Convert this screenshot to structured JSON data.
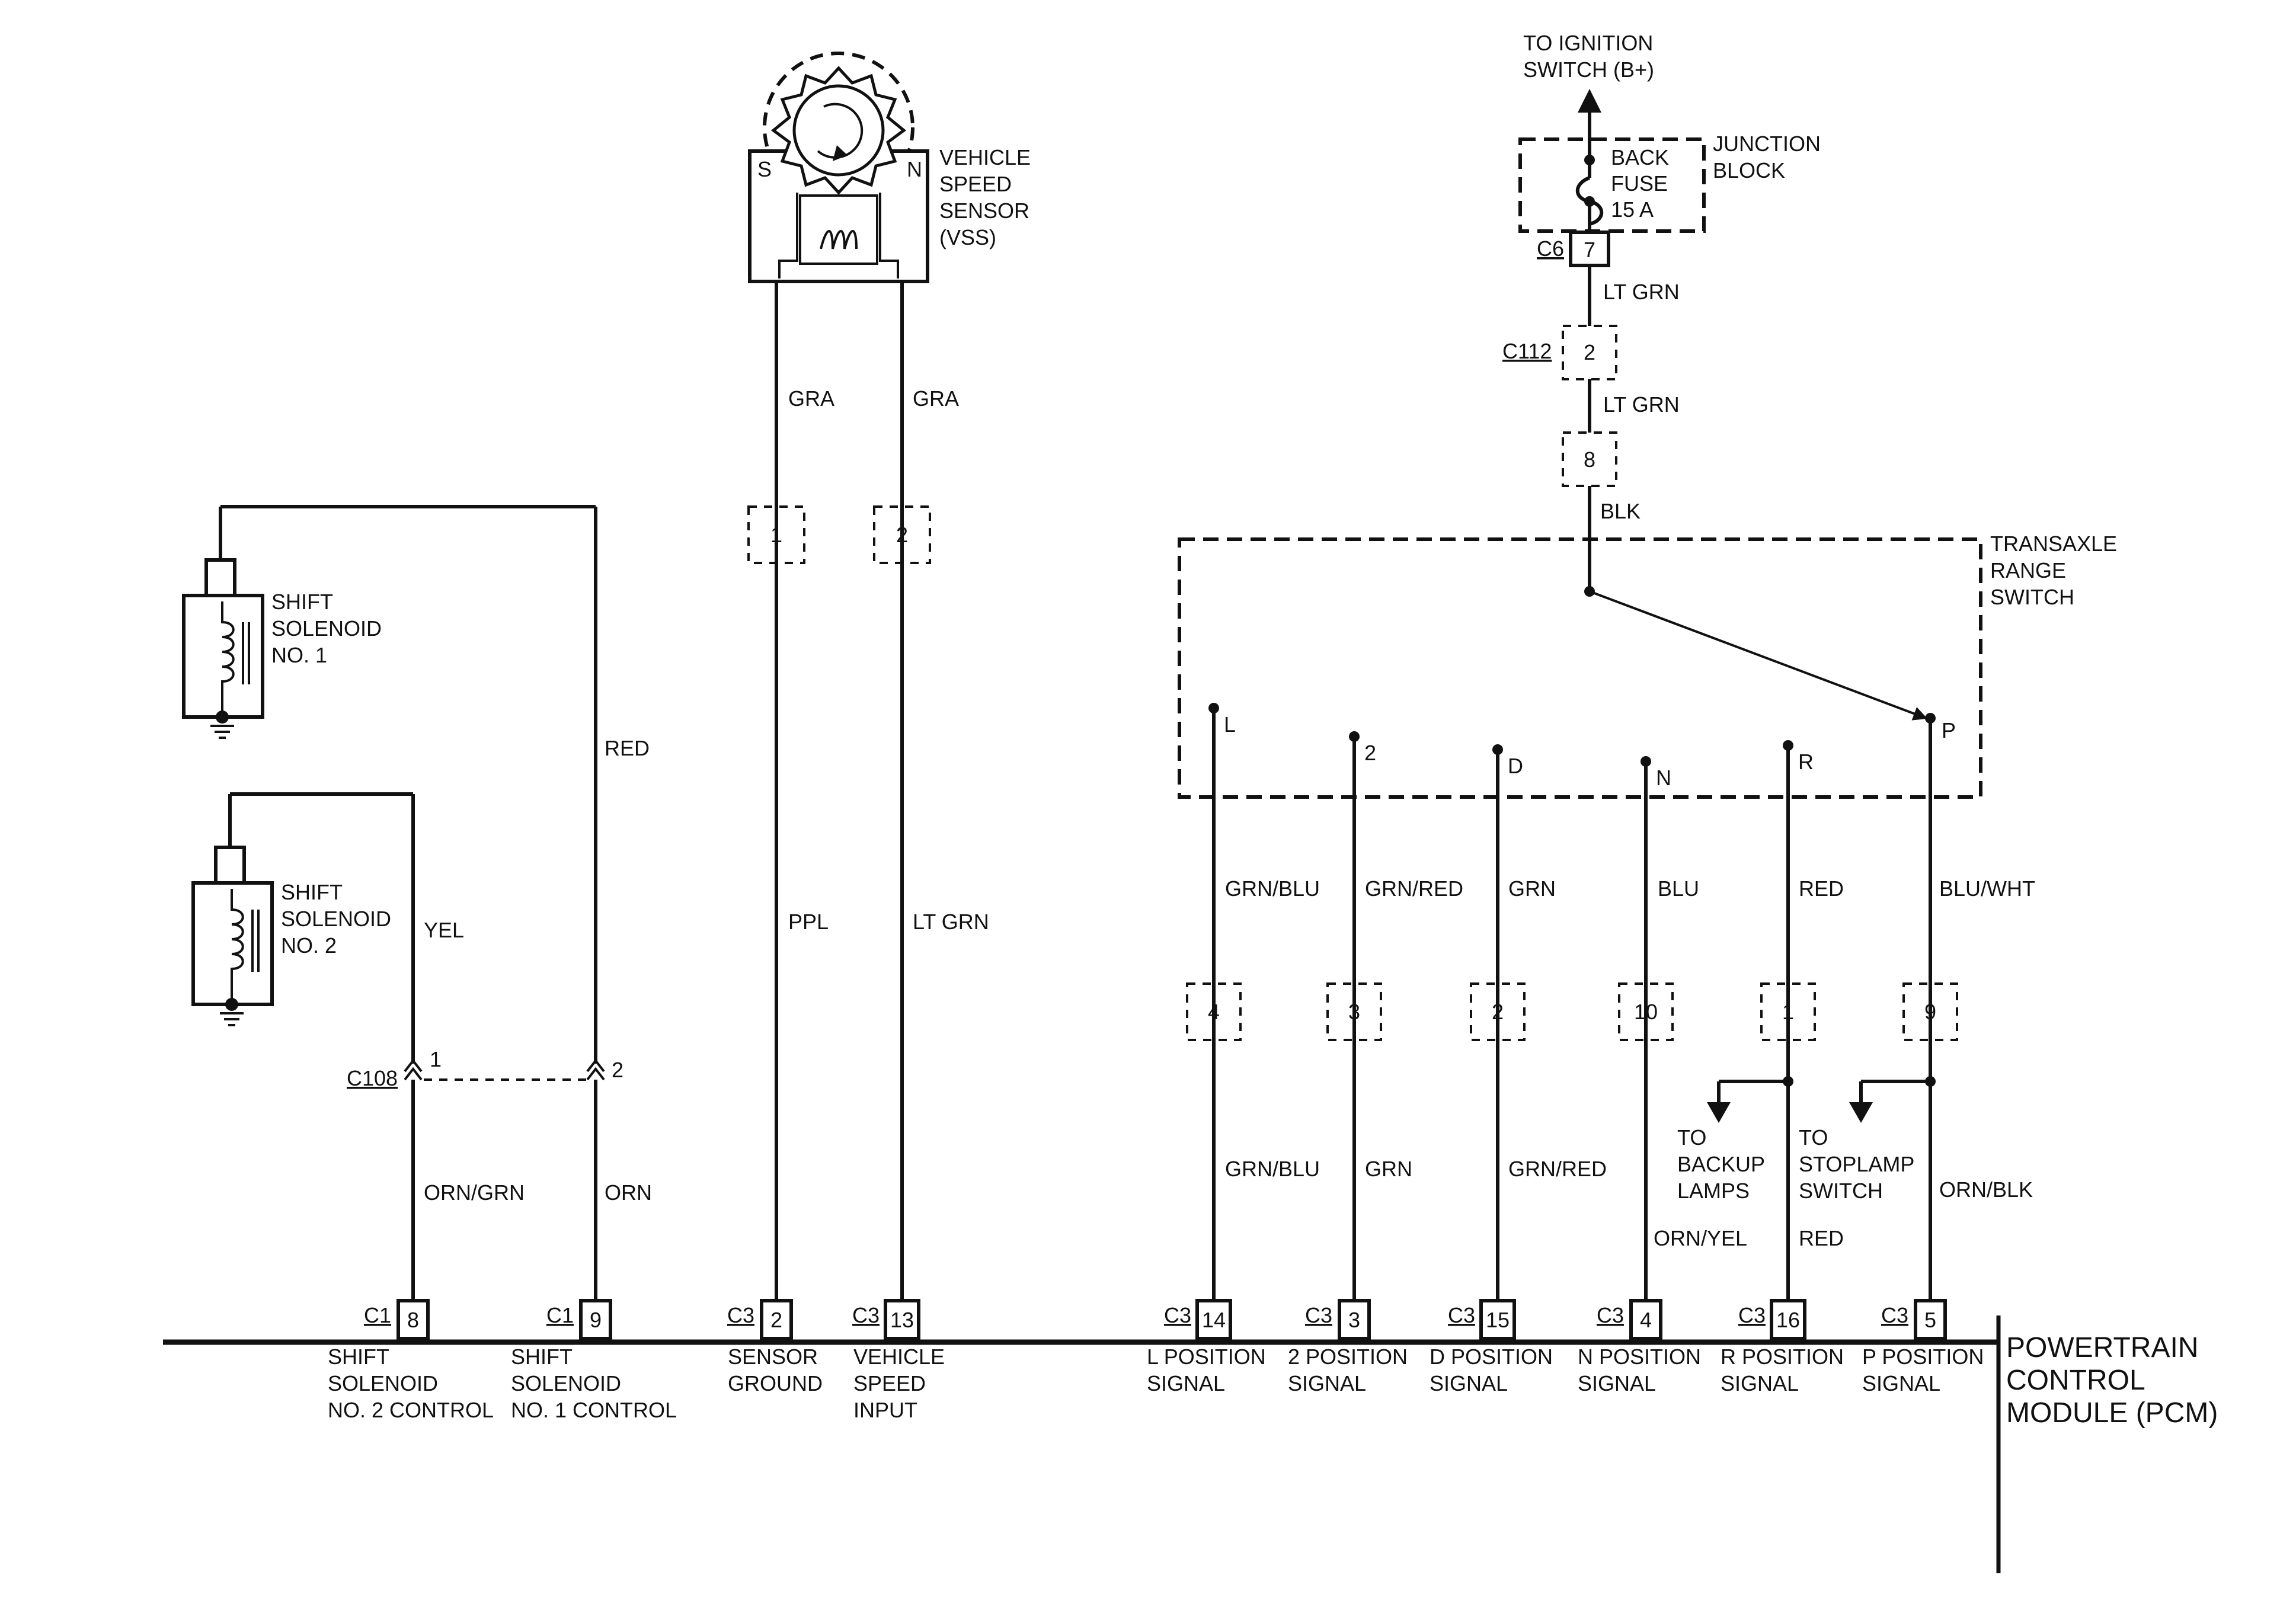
{
  "ignition": {
    "line1": "TO IGNITION",
    "line2": "SWITCH (B+)"
  },
  "junction_block": {
    "label1": "JUNCTION",
    "label2": "BLOCK",
    "fuse1": "BACK",
    "fuse2": "FUSE",
    "fuse3": "15 A",
    "connector": "C6",
    "pin": "7"
  },
  "wires_top": {
    "w1": "LT GRN",
    "w2": "LT GRN",
    "w3": "BLK"
  },
  "c112": {
    "connector": "C112",
    "pin": "2"
  },
  "inline8": {
    "pin": "8"
  },
  "trs": {
    "label1": "TRANSAXLE",
    "label2": "RANGE",
    "label3": "SWITCH",
    "positions": [
      "L",
      "2",
      "D",
      "N",
      "R",
      "P"
    ]
  },
  "vss": {
    "label1": "VEHICLE",
    "label2": "SPEED",
    "label3": "SENSOR",
    "label4": "(VSS)",
    "pole_s": "S",
    "pole_n": "N",
    "wire_left": "GRA",
    "wire_right": "GRA",
    "pin_left": "1",
    "pin_right": "2",
    "wire_left_low": "PPL",
    "wire_right_low": "LT GRN"
  },
  "solenoid1": {
    "line1": "SHIFT",
    "line2": "SOLENOID",
    "line3": "NO. 1",
    "wire": "RED"
  },
  "solenoid2": {
    "line1": "SHIFT",
    "line2": "SOLENOID",
    "line3": "NO. 2",
    "wire": "YEL"
  },
  "c108": {
    "connector": "C108",
    "pin1": "1",
    "pin2": "2",
    "wire1": "ORN/GRN",
    "wire2": "ORN"
  },
  "trs_wires_upper": [
    "GRN/BLU",
    "GRN/RED",
    "GRN",
    "BLU",
    "RED",
    "BLU/WHT"
  ],
  "trs_inline_pins": [
    "4",
    "3",
    "2",
    "10",
    "1",
    "9"
  ],
  "trs_wires_lower": [
    "GRN/BLU",
    "GRN",
    "GRN/RED",
    "ORN/YEL",
    "RED",
    "ORN/BLK"
  ],
  "backup": {
    "line1": "TO",
    "line2": "BACKUP",
    "line3": "LAMPS"
  },
  "stoplamp": {
    "line1": "TO",
    "line2": "STOPLAMP",
    "line3": "SWITCH"
  },
  "pcm": {
    "label1": "POWERTRAIN",
    "label2": "CONTROL",
    "label3": "MODULE (PCM)",
    "pins": [
      {
        "conn": "C1",
        "pin": "8",
        "l1": "SHIFT",
        "l2": "SOLENOID",
        "l3": "NO. 2 CONTROL"
      },
      {
        "conn": "C1",
        "pin": "9",
        "l1": "SHIFT",
        "l2": "SOLENOID",
        "l3": "NO. 1 CONTROL"
      },
      {
        "conn": "C3",
        "pin": "2",
        "l1": "SENSOR",
        "l2": "GROUND",
        "l3": ""
      },
      {
        "conn": "C3",
        "pin": "13",
        "l1": "VEHICLE",
        "l2": "SPEED",
        "l3": "INPUT"
      },
      {
        "conn": "C3",
        "pin": "14",
        "l1": "L POSITION",
        "l2": "SIGNAL",
        "l3": ""
      },
      {
        "conn": "C3",
        "pin": "3",
        "l1": "2 POSITION",
        "l2": "SIGNAL",
        "l3": ""
      },
      {
        "conn": "C3",
        "pin": "15",
        "l1": "D POSITION",
        "l2": "SIGNAL",
        "l3": ""
      },
      {
        "conn": "C3",
        "pin": "4",
        "l1": "N POSITION",
        "l2": "SIGNAL",
        "l3": ""
      },
      {
        "conn": "C3",
        "pin": "16",
        "l1": "R POSITION",
        "l2": "SIGNAL",
        "l3": ""
      },
      {
        "conn": "C3",
        "pin": "5",
        "l1": "P POSITION",
        "l2": "SIGNAL",
        "l3": ""
      }
    ]
  }
}
